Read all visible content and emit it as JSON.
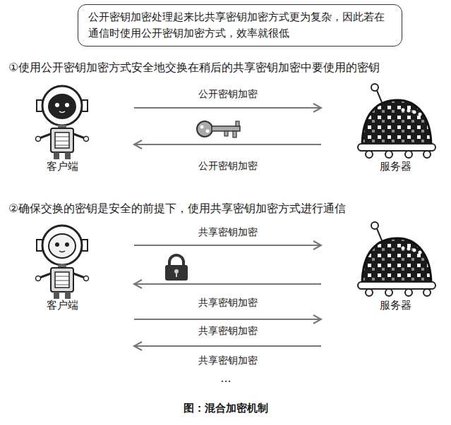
{
  "diagram": {
    "caption": "图：混合加密机制",
    "nodes": [
      {
        "text": [
          "公开密钥加密处理起来比共享密钥加密方式更为复杂，因此若在通信时使用公开密钥加密方式，效率就很低"
        ]
      },
      {
        "text": [
          "客户端"
        ]
      },
      {
        "text": [
          "服务器"
        ]
      },
      {
        "text": [
          "客户端"
        ]
      },
      {
        "text": [
          "服务器"
        ]
      }
    ],
    "edges": [
      {
        "from": 1,
        "to": 2,
        "arrow": "to",
        "label": "公开密钥加密"
      },
      {
        "from": 2,
        "to": 1,
        "arrow": "to",
        "label": "公开密钥加密"
      },
      {
        "from": 3,
        "to": 4,
        "arrow": "to",
        "label": "共享密钥加密"
      },
      {
        "from": 4,
        "to": 3,
        "arrow": "to",
        "label": "共享密钥加密"
      },
      {
        "from": 3,
        "to": 4,
        "arrow": "to",
        "label": "共享密钥加密"
      },
      {
        "from": 4,
        "to": 3,
        "arrow": "to",
        "label": "共享密钥加密"
      }
    ],
    "labels": [
      "①使用公开密钥加密方式安全地交换在稍后的共享密钥加密中要使用的密钥",
      "②确保交换的密钥是安全的前提下，使用共享密钥加密方式进行通信",
      "…"
    ]
  }
}
